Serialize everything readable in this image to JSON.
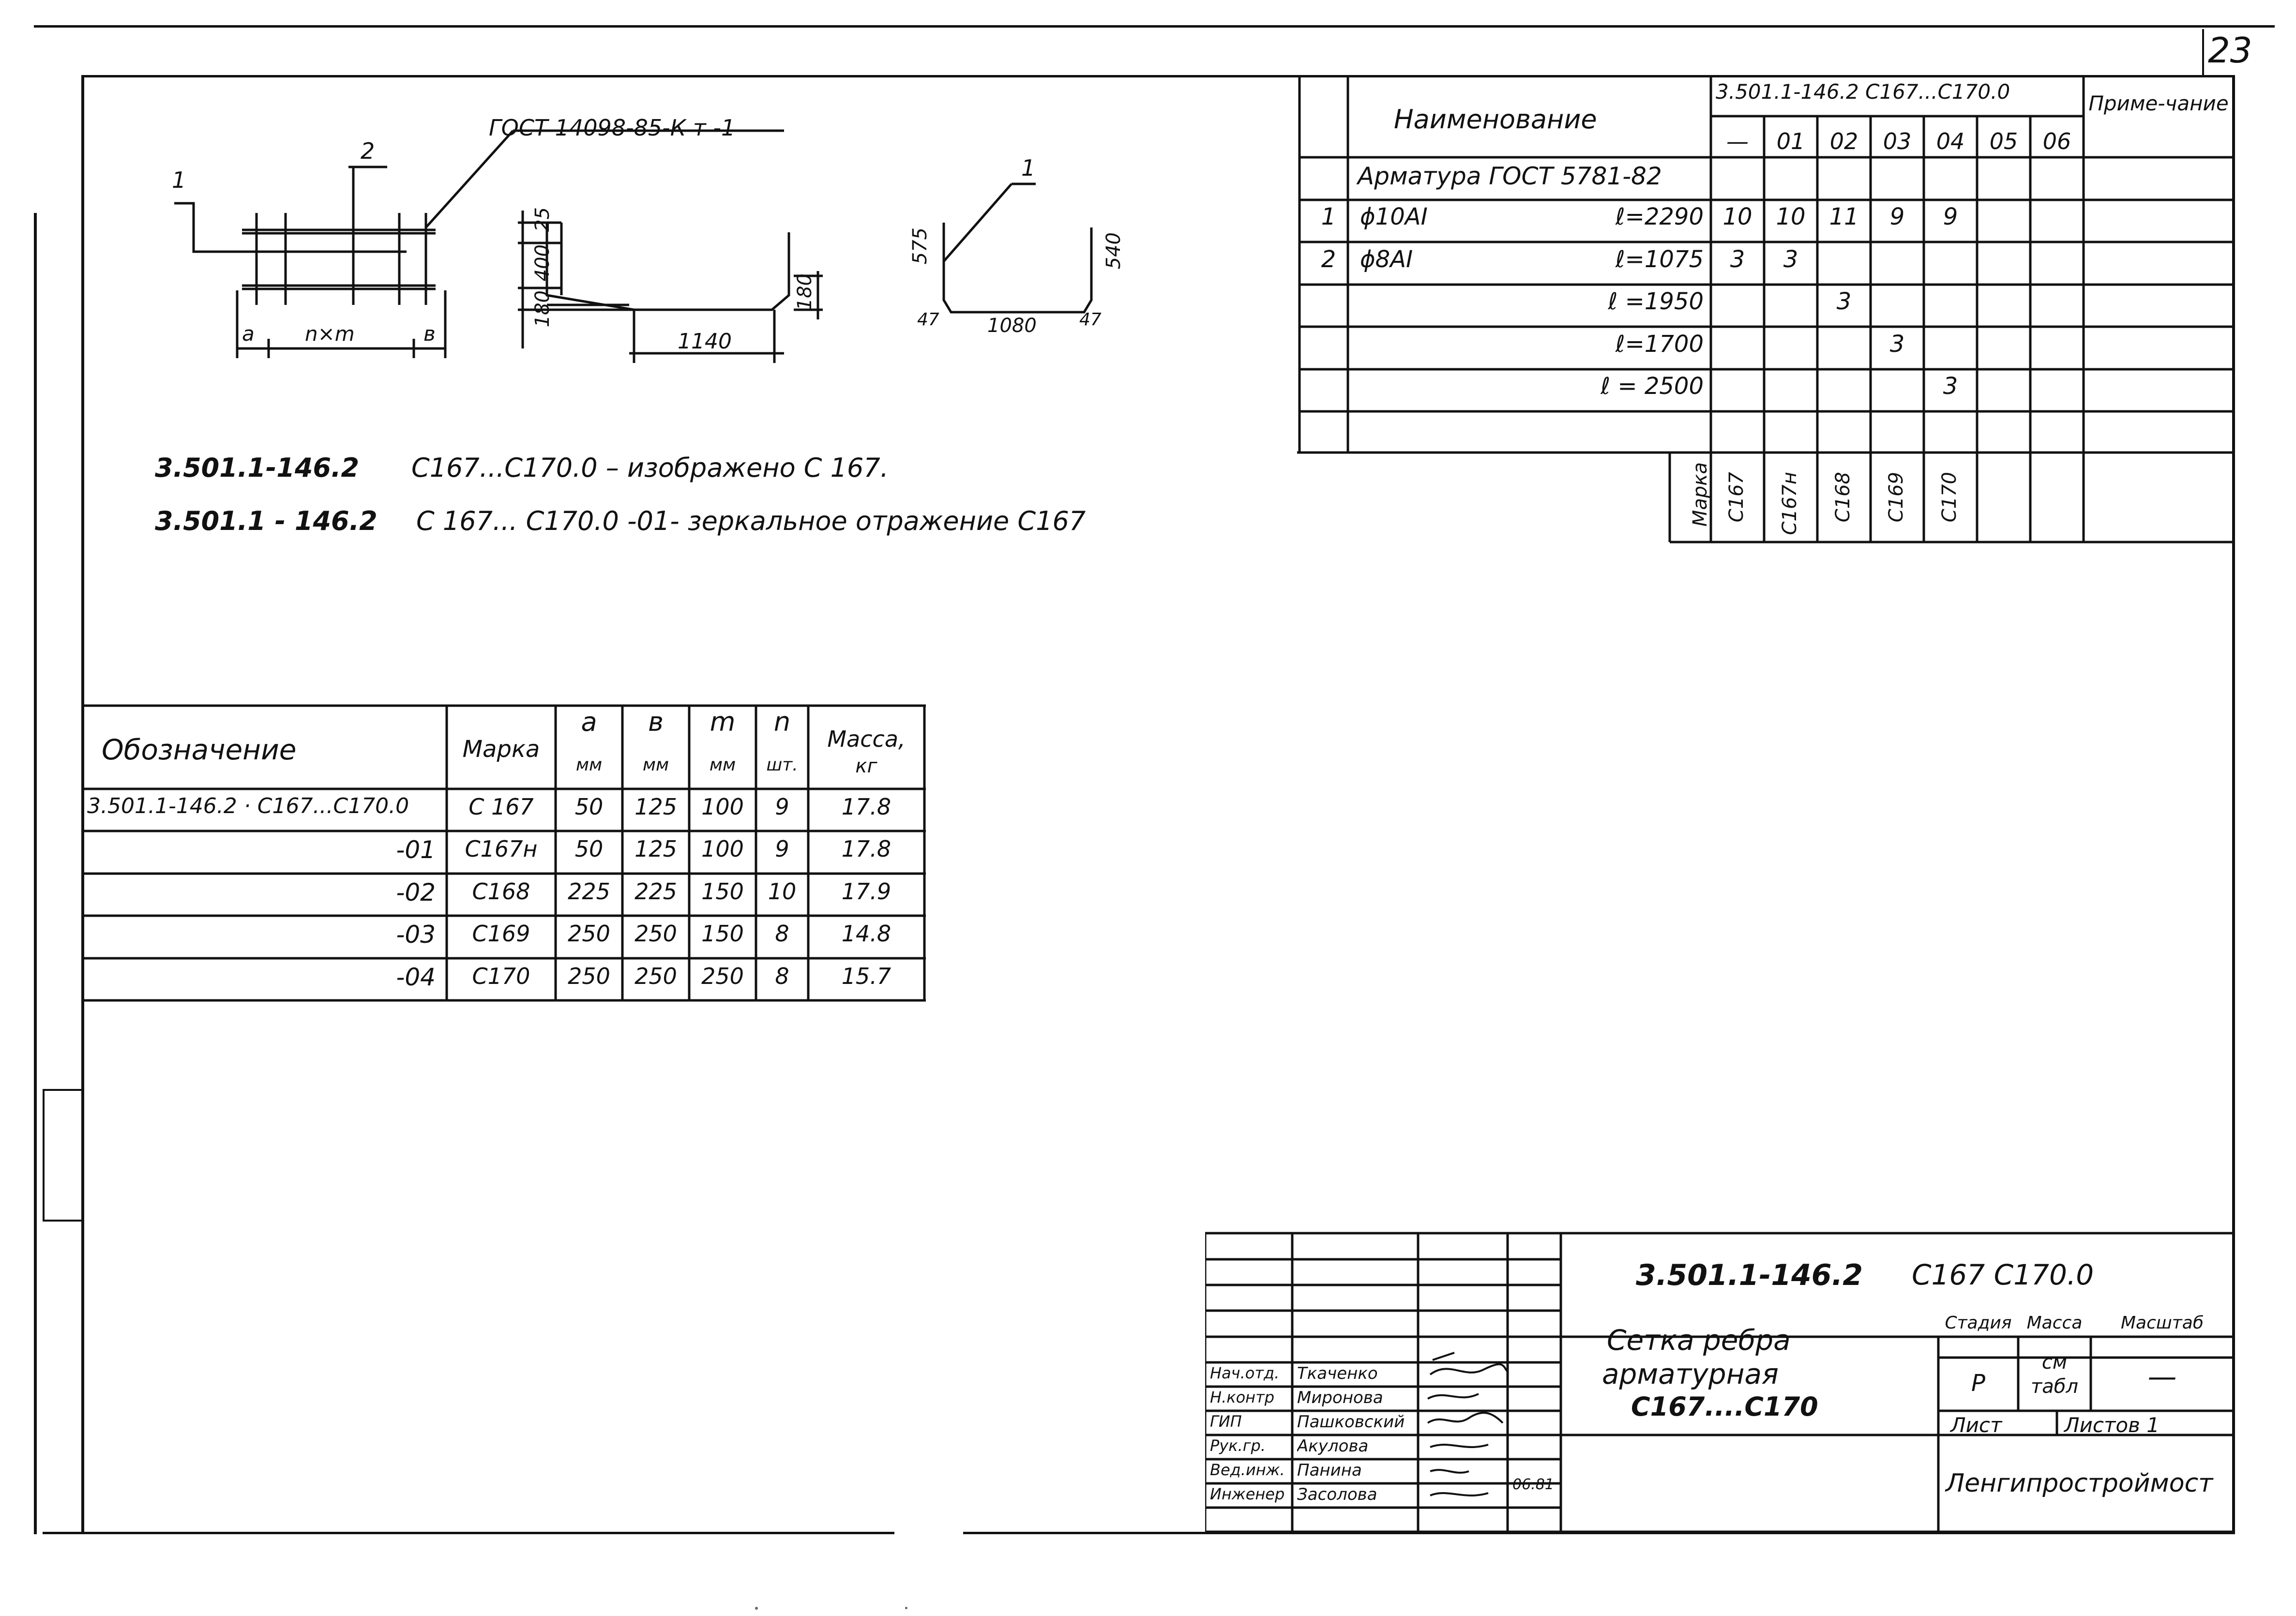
{
  "page_number": "23",
  "sketch": {
    "gost_callout": "ГОСТ 14098-85-К т -1",
    "leader1": "1",
    "leader2": "2",
    "dim_a": "а",
    "dim_nxm": "n×m",
    "dim_b": "в",
    "dim_25": "25",
    "dim_400": "400",
    "dim_180": "180",
    "dim_180r": "180",
    "dim_1140": "1140",
    "bar_leader": "1",
    "dim_575": "575",
    "dim_540": "540",
    "dim_47l": "47",
    "dim_47r": "47",
    "dim_1080": "1080"
  },
  "notes": {
    "line1_code": "3.501.1-146.2",
    "line1_text": "С167...С170.0 – изображено С 167.",
    "line2_code": "3.501.1 - 146.2",
    "line2_text": "С 167... С170.0 -01- зеркальное отражение С167"
  },
  "spec_table": {
    "header_name": "Наименование",
    "header_doc": "3.501.1-146.2   С167...С170.0",
    "header_note": "Приме-чание",
    "variants": [
      "—",
      "01",
      "02",
      "03",
      "04",
      "05",
      "06"
    ],
    "section": "Арматура ГОСТ 5781-82",
    "rows": [
      {
        "pos": "1",
        "name": "ϕ10АI",
        "len": "ℓ=2290",
        "q": [
          "10",
          "10",
          "11",
          "9",
          "9",
          "",
          ""
        ]
      },
      {
        "pos": "2",
        "name": "ϕ8АI",
        "len": "ℓ=1075",
        "q": [
          "3",
          "3",
          "",
          "",
          "",
          "",
          ""
        ]
      },
      {
        "pos": "",
        "name": "",
        "len": "ℓ =1950",
        "q": [
          "",
          "",
          "3",
          "",
          "",
          "",
          ""
        ]
      },
      {
        "pos": "",
        "name": "",
        "len": "ℓ=1700",
        "q": [
          "",
          "",
          "",
          "3",
          "",
          "",
          ""
        ]
      },
      {
        "pos": "",
        "name": "",
        "len": "ℓ = 2500",
        "q": [
          "",
          "",
          "",
          "",
          "3",
          "",
          ""
        ]
      }
    ],
    "marka_label": "Марка",
    "marks": [
      "С167",
      "С167н",
      "С168",
      "С169",
      "С170",
      "",
      ""
    ]
  },
  "dim_table": {
    "headers": {
      "designation": "Обозначение",
      "mark": "Марка",
      "a": "а",
      "a_unit": "мм",
      "b": "в",
      "b_unit": "мм",
      "m": "m",
      "m_unit": "мм",
      "n": "n",
      "n_unit": "шт.",
      "mass": "Масса,",
      "mass_unit": "кг"
    },
    "rows": [
      {
        "des": "3.501.1-146.2   · С167...С170.0",
        "mark": "С 167",
        "a": "50",
        "b": "125",
        "m": "100",
        "n": "9",
        "mass": "17.8"
      },
      {
        "des": "-01",
        "mark": "С167н",
        "a": "50",
        "b": "125",
        "m": "100",
        "n": "9",
        "mass": "17.8"
      },
      {
        "des": "-02",
        "mark": "С168",
        "a": "225",
        "b": "225",
        "m": "150",
        "n": "10",
        "mass": "17.9"
      },
      {
        "des": "-03",
        "mark": "С169",
        "a": "250",
        "b": "250",
        "m": "150",
        "n": "8",
        "mass": "14.8"
      },
      {
        "des": "-04",
        "mark": "С170",
        "a": "250",
        "b": "250",
        "m": "250",
        "n": "8",
        "mass": "15.7"
      }
    ]
  },
  "title_block": {
    "doc_code": "3.501.1-146.2",
    "doc_marks": "С167   С170.0",
    "title_l1": "Сетка   ребра",
    "title_l2": "арматурная",
    "title_l3": "С167....С170",
    "stage_label": "Стадия",
    "mass_label": "Масса",
    "scale_label": "Масштаб",
    "stage": "Р",
    "mass_value": "см табл",
    "scale_value": "—",
    "sheet_label": "Лист",
    "sheets_label": "Листов 1",
    "org": "Ленгипростроймост",
    "date": "06.81",
    "staff": [
      {
        "role": "Нач.отд.",
        "name": "Ткаченко"
      },
      {
        "role": "Н.контр",
        "name": "Миронова"
      },
      {
        "role": "ГИП",
        "name": "Пашковский"
      },
      {
        "role": "Рук.гр.",
        "name": "Акулова"
      },
      {
        "role": "Вед.инж.",
        "name": "Панина"
      },
      {
        "role": "Инженер",
        "name": "Засолова"
      }
    ]
  }
}
